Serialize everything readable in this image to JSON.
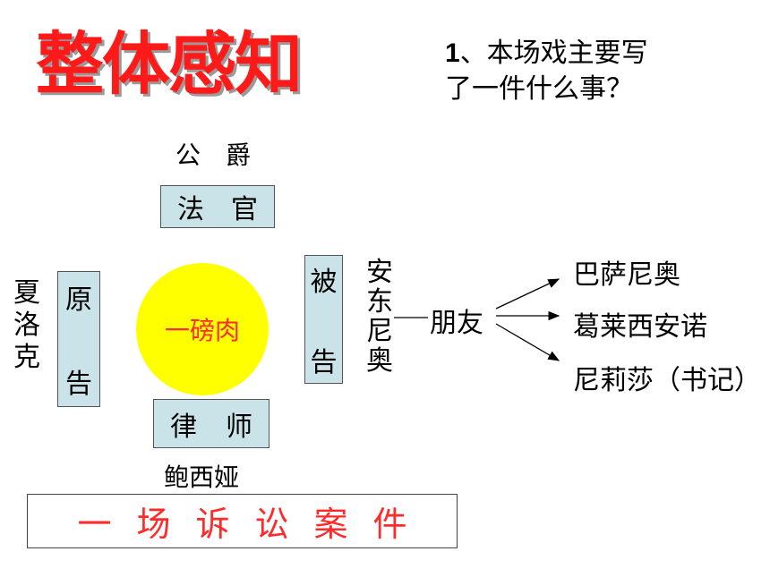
{
  "title": "整体感知",
  "question": {
    "number": "1",
    "text_line1": "、本场戏主要写",
    "text_line2": "了一件什么事？"
  },
  "diagram": {
    "judge_person": "公　爵",
    "judge_role": [
      "法",
      "官"
    ],
    "plaintiff_person": "夏洛克",
    "plaintiff_role": [
      "原",
      "告"
    ],
    "center": "一磅肉",
    "defendant_role": [
      "被",
      "告"
    ],
    "defendant_person": "安东尼奥",
    "lawyer_role": [
      "律",
      "师"
    ],
    "lawyer_person": "鲍西娅",
    "relation": "朋友",
    "friends": [
      "巴萨尼奥",
      "葛莱西安诺",
      "尼莉莎（书记）"
    ],
    "case_label": "一场诉讼案件"
  },
  "colors": {
    "title": "#ff1a1a",
    "accent_text": "#ff2a2a",
    "box_fill": "#c9e3e8",
    "circle_fill": "#ffff00"
  }
}
